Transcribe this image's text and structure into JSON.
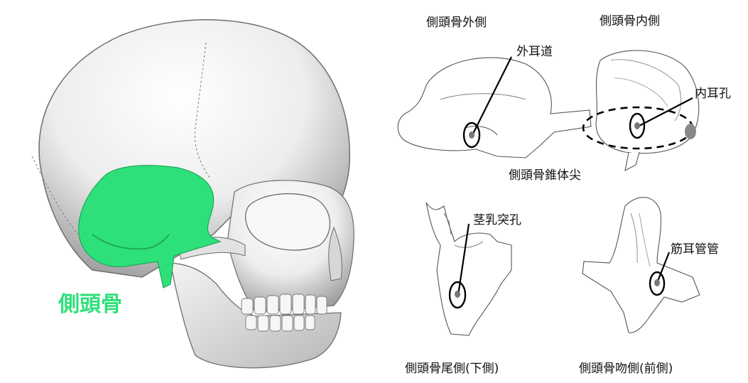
{
  "skull": {
    "label": "側頭骨",
    "highlight_color": "#2ee07a"
  },
  "panels": {
    "lateral": {
      "title": "側頭骨外側",
      "callout": "外耳道"
    },
    "medial": {
      "title": "側頭骨内側",
      "callout": "内耳孔"
    },
    "apex_label": "側頭骨錐体尖",
    "inferior": {
      "title": "側頭骨尾側(下側)",
      "callout": "茎乳突孔"
    },
    "anterior": {
      "title": "側頭骨吻側(前側)",
      "callout": "筋耳管管"
    }
  }
}
